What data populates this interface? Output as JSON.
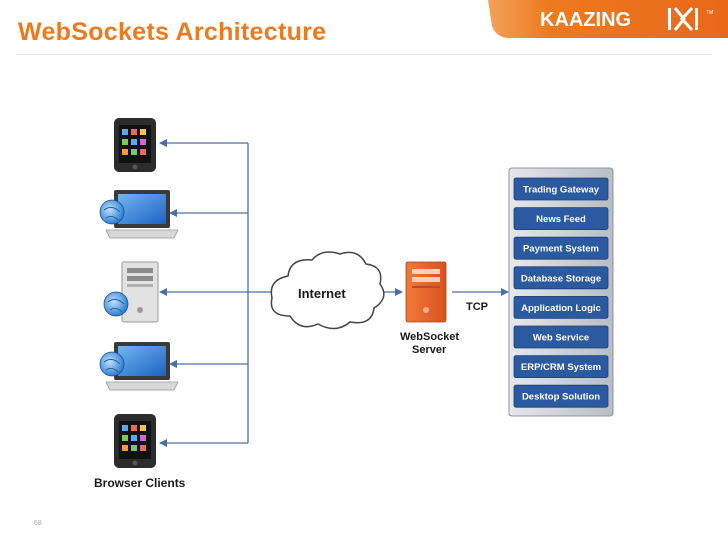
{
  "slide": {
    "title": "WebSockets Architecture",
    "page_number": "68"
  },
  "logo": {
    "brand": "KAAZING",
    "mark": "K",
    "trademark": "TM",
    "accent_color": "#ee7a1e"
  },
  "diagram": {
    "clients_label": "Browser Clients",
    "cloud_label": "Internet",
    "server_label_line1": "WebSocket",
    "server_label_line2": "Server",
    "tcp_label": "TCP",
    "services": [
      "Trading Gateway",
      "News Feed",
      "Payment System",
      "Database Storage",
      "Application Logic",
      "Web Service",
      "ERP/CRM System",
      "Desktop Solution"
    ],
    "client_devices": [
      "smartphone-icon",
      "laptop-icon",
      "desktop-server-icon",
      "laptop-icon",
      "smartphone-icon"
    ],
    "colors": {
      "connector": "#4a6fa8",
      "service_box": "#2b5aa0",
      "panel": "#cfd3d8",
      "server": "#e9652c"
    }
  }
}
